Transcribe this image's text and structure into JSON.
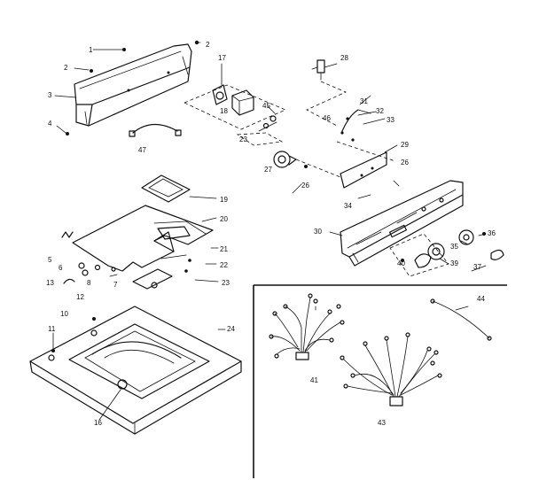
{
  "callouts": {
    "c1": "1",
    "c2a": "2",
    "c2b": "2",
    "c3": "3",
    "c4": "4",
    "c5": "5",
    "c6": "6",
    "c7": "7",
    "c8": "8",
    "c10": "10",
    "c11": "11",
    "c12": "12",
    "c13": "13",
    "c16": "16",
    "c17": "17",
    "c18": "18",
    "c19": "19",
    "c20": "20",
    "c21": "21",
    "c22": "22",
    "c23a": "23",
    "c23b": "23",
    "c24": "24",
    "c26a": "26",
    "c26b": "26",
    "c27": "27",
    "c28": "28",
    "c29": "29",
    "c30": "30",
    "c31": "31",
    "c32": "32",
    "c33": "33",
    "c34": "34",
    "c35": "35",
    "c36": "36",
    "c37": "37",
    "c39": "39",
    "c40": "40",
    "c41": "41",
    "c43": "43",
    "c44": "44",
    "c45": "45",
    "c46": "46",
    "c47": "47"
  }
}
